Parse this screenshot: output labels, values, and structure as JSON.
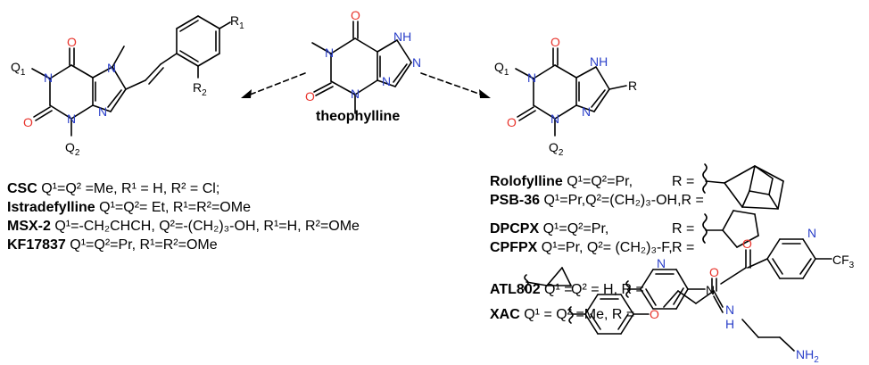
{
  "center": {
    "name": "theophylline"
  },
  "atoms": {
    "O": "O",
    "N": "N",
    "H": "H",
    "NH": "NH",
    "Q1": "Q",
    "Q2": "Q",
    "one": "1",
    "two": "2",
    "R": "R",
    "R1": "R",
    "R2": "R",
    "F3": "F",
    "three": "3",
    "CF": "CF",
    "NH2": "NH",
    "two_sub": "2"
  },
  "left_list": [
    {
      "name": "CSC",
      "desc": " Q¹=Q² =Me, R¹ = H, R² = Cl;"
    },
    {
      "name": "Istradefylline",
      "desc": " Q¹=Q²= Et, R¹=R²=OMe"
    },
    {
      "name": "MSX-2",
      "desc": " Q¹=-CH₂CHCH, Q²=-(CH₂)₃-OH, R¹=H, R²=OMe"
    },
    {
      "name": "KF17837",
      "desc": " Q¹=Q²=Pr, R¹=R²=OMe"
    }
  ],
  "right_list": [
    {
      "name": "Rolofylline",
      "desc": "  Q¹=Q²=Pr,",
      "r": "R ="
    },
    {
      "name": "PSB-36",
      "desc": " Q¹=Pr,Q²=(CH₂)₃-OH,R =",
      "r": ""
    },
    {
      "name": "DPCPX",
      "desc": " Q¹=Q²=Pr,",
      "r": "R ="
    },
    {
      "name": "CPFPX",
      "desc": " Q¹=Pr, Q²= (CH₂)₃-F,",
      "r": "R ="
    },
    {
      "name": "ATL802",
      "desc": " Q¹ =",
      "q2": "Q² = H, R ="
    },
    {
      "name": "XAC",
      "desc": " Q¹ = Q² =Me, R ="
    }
  ],
  "colors": {
    "oxygen": "#e8342c",
    "nitrogen": "#2a3fc9",
    "bond": "#000000"
  }
}
